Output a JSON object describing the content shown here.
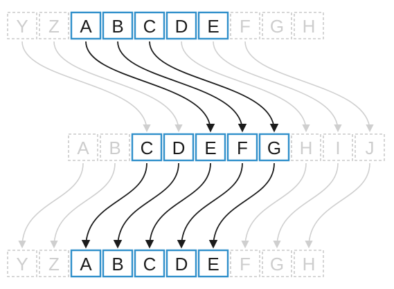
{
  "rows": [
    {
      "id": "top-row",
      "cells": [
        {
          "letter": "Y",
          "active": false
        },
        {
          "letter": "Z",
          "active": false
        },
        {
          "letter": "A",
          "active": true
        },
        {
          "letter": "B",
          "active": true
        },
        {
          "letter": "C",
          "active": true
        },
        {
          "letter": "D",
          "active": true
        },
        {
          "letter": "E",
          "active": true
        },
        {
          "letter": "F",
          "active": false
        },
        {
          "letter": "G",
          "active": false
        },
        {
          "letter": "H",
          "active": false
        }
      ]
    },
    {
      "id": "middle-row",
      "cells": [
        {
          "letter": "A",
          "active": false
        },
        {
          "letter": "B",
          "active": false
        },
        {
          "letter": "C",
          "active": true
        },
        {
          "letter": "D",
          "active": true
        },
        {
          "letter": "E",
          "active": true
        },
        {
          "letter": "F",
          "active": true
        },
        {
          "letter": "G",
          "active": true
        },
        {
          "letter": "H",
          "active": false
        },
        {
          "letter": "I",
          "active": false
        },
        {
          "letter": "J",
          "active": false
        }
      ]
    },
    {
      "id": "bottom-row",
      "cells": [
        {
          "letter": "Y",
          "active": false
        },
        {
          "letter": "Z",
          "active": false
        },
        {
          "letter": "A",
          "active": true
        },
        {
          "letter": "B",
          "active": true
        },
        {
          "letter": "C",
          "active": true
        },
        {
          "letter": "D",
          "active": true
        },
        {
          "letter": "E",
          "active": true
        },
        {
          "letter": "F",
          "active": false
        },
        {
          "letter": "G",
          "active": false
        },
        {
          "letter": "H",
          "active": false
        }
      ]
    }
  ],
  "shifts": [
    {
      "from_row": 0,
      "to_row": 1,
      "offset": 2
    },
    {
      "from_row": 1,
      "to_row": 2,
      "offset": 0
    }
  ],
  "colors": {
    "active_border": "#2f8fca",
    "active_text": "#1b1b1b",
    "faded": "#c9c9c9",
    "active_arrow": "#1b1b1b",
    "faded_arrow": "#cfcfcf"
  }
}
